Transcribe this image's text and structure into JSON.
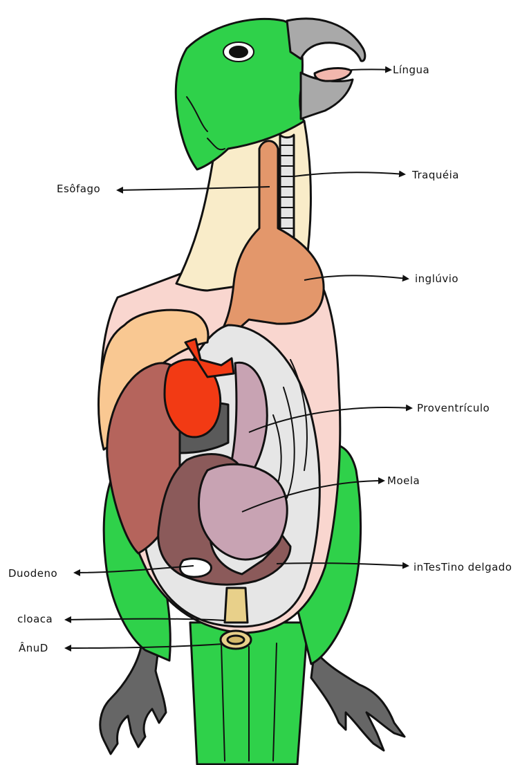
{
  "labels": {
    "lingua": "Língua",
    "traqueia": "Traquéia",
    "esofago": "Esôfago",
    "ingluvio": "inglúvio",
    "proventriculo": "Proventrículo",
    "moela": "Moela",
    "duodeno": "Duodeno",
    "intestino": "inTesTino delgado",
    "cloaca": "cloaca",
    "anus": "ÂnuD"
  },
  "colors": {
    "feathers": "#2fd14a",
    "beak": "#a9a9a9",
    "crop": "#e3976b",
    "heart": "#f23a14",
    "liver": "#b5645c",
    "lung": "#f9c892",
    "gizzard": "#c8a3b3",
    "intestine": "#8b5a5a",
    "cavity": "#e6e6e6",
    "skin": "#f9d6cf",
    "neck": "#f9ecc9",
    "feet": "#666666"
  }
}
